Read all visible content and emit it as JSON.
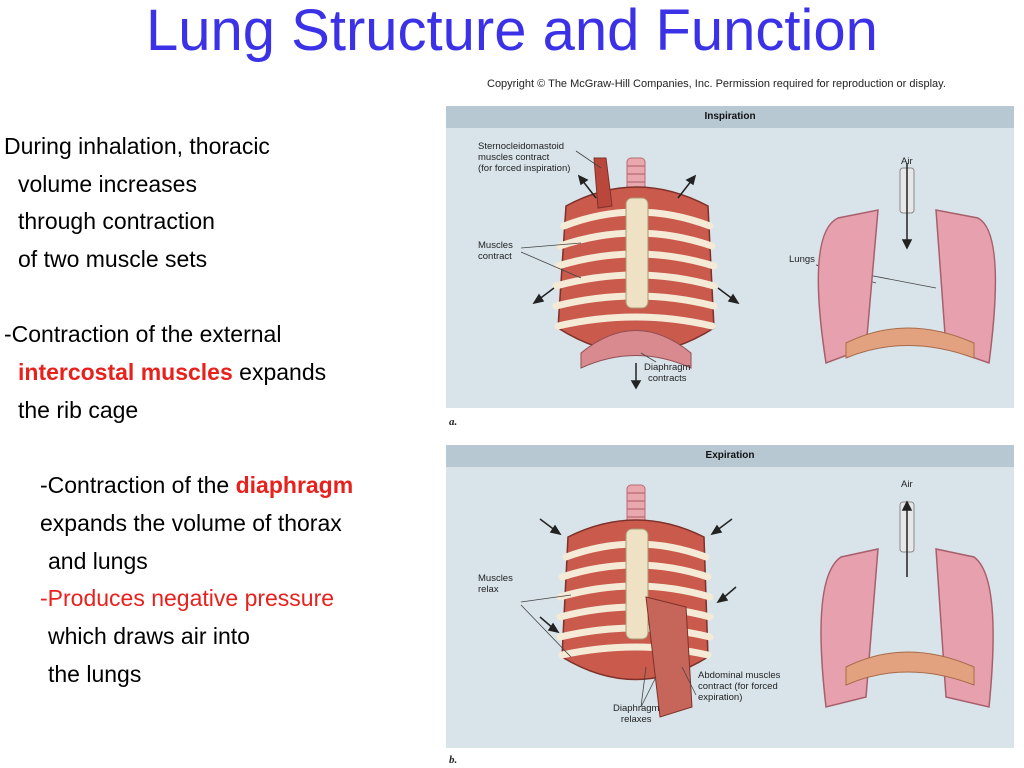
{
  "title": "Lung Structure and Function",
  "copyright": "Copyright © The McGraw-Hill Companies, Inc. Permission required for reproduction or display.",
  "text": {
    "l1": "During inhalation, thoracic",
    "l2": "volume increases",
    "l3": "through contraction",
    "l4": "of two muscle sets",
    "l5": "-Contraction of the external",
    "l6a": "intercostal muscles",
    "l6b": " expands",
    "l7": "the rib cage",
    "l8a": "-Contraction of the ",
    "l8b": "diaphragm",
    "l9": "expands the volume of thorax",
    "l10": "and lungs",
    "l11": "-Produces negative pressure",
    "l12": "which draws air into",
    "l13": "the lungs"
  },
  "figure": {
    "inspiration": {
      "header": "Inspiration",
      "scm": [
        "Sternocleidomastoid",
        "muscles contract",
        "(for forced inspiration)"
      ],
      "muscles": [
        "Muscles",
        "contract"
      ],
      "diaphragm": [
        "Diaphragm",
        "contracts"
      ],
      "air": "Air",
      "lungs": "Lungs",
      "letter": "a."
    },
    "expiration": {
      "header": "Expiration",
      "muscles": [
        "Muscles",
        "relax"
      ],
      "abdominal": [
        "Abdominal muscles",
        "contract (for forced",
        "expiration)"
      ],
      "diaphragm": [
        "Diaphragm",
        "relaxes"
      ],
      "air": "Air",
      "letter": "b."
    }
  }
}
